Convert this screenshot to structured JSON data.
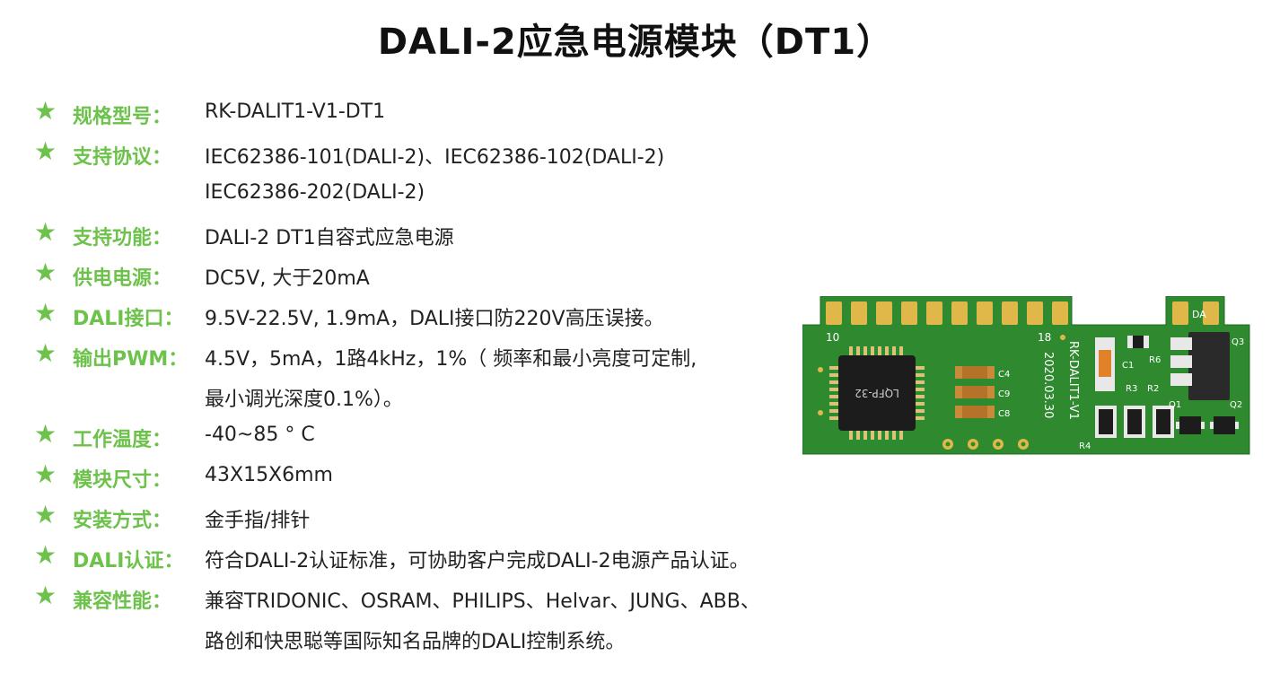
{
  "title": "DALI-2应急电源模块（DT1）",
  "specs": [
    {
      "label": "规格型号：",
      "value": "RK-DALIT1-V1-DT1"
    },
    {
      "label": "支持协议：",
      "value": "IEC62386-101(DALI-2)、IEC62386-102(DALI-2)"
    },
    {
      "label": "",
      "value": "IEC62386-202(DALI-2)"
    },
    {
      "label": "支持功能：",
      "value": "DALI-2 DT1自容式应急电源"
    },
    {
      "label": "供电电源：",
      "value": "DC5V, 大于20mA"
    },
    {
      "label": "DALI接口：",
      "value": "9.5V-22.5V, 1.9mA，DALI接口防220V高压误接。"
    },
    {
      "label": "输出PWM：",
      "value": "4.5V，5mA，1路4kHz，1%（ 频率和最小亮度可定制,"
    },
    {
      "label": "",
      "value": "最小调光深度0.1%）。"
    },
    {
      "label": "工作温度：",
      "value": "-40~85 ° C"
    },
    {
      "label": "模块尺寸：",
      "value": "43X15X6mm"
    },
    {
      "label": "安装方式：",
      "value": "金手指/排针"
    },
    {
      "label": "DALI认证：",
      "value": "符合DALI-2认证标准，可协助客户完成DALI-2电源产品认证。"
    },
    {
      "label": "兼容性能：",
      "value": "兼容TRIDONIC、OSRAM、PHILIPS、Helvar、JUNG、ABB、"
    },
    {
      "label": "",
      "value": "路创和快思聪等国际知名品牌的DALI控制系统。"
    }
  ],
  "star_icon": "★",
  "board": {
    "pin_left": "10",
    "pin_right": "18",
    "chip_label": "LQFP-32",
    "model_label": "RK-DALIT1-V1",
    "date_label": "2020.03.30",
    "da_label": "DA",
    "components": [
      "C4",
      "C9",
      "C8",
      "C1",
      "R6",
      "R3",
      "R2",
      "Q1",
      "Q2",
      "Q3",
      "R4"
    ]
  },
  "colors": {
    "accent": "#6cc24a",
    "pcb": "#2f8a2f",
    "gold": "#e0b84a"
  }
}
